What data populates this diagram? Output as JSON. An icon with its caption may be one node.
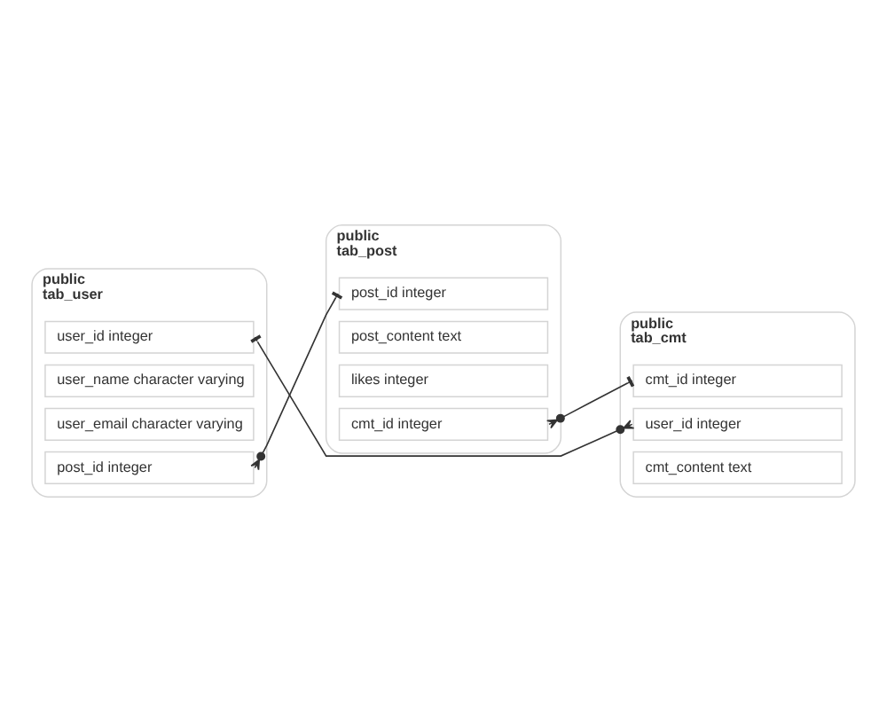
{
  "diagram": {
    "nodes": [
      {
        "text": [
          "public",
          "tab_user"
        ]
      },
      {
        "text": [
          "user_id integer"
        ],
        "in": 0
      },
      {
        "text": [
          "user_name character varying"
        ],
        "in": 0
      },
      {
        "text": [
          "user_email character varying"
        ],
        "in": 0
      },
      {
        "text": [
          "post_id integer"
        ],
        "in": 0
      },
      {
        "text": [
          "public",
          "tab_cmt"
        ]
      },
      {
        "text": [
          "cmt_id integer"
        ],
        "in": 5
      },
      {
        "text": [
          "user_id integer"
        ],
        "in": 5
      },
      {
        "text": [
          "cmt_content text"
        ],
        "in": 5
      },
      {
        "text": [
          "public",
          "tab_post"
        ]
      },
      {
        "text": [
          "post_id integer"
        ],
        "in": 9
      },
      {
        "text": [
          "post_content text"
        ],
        "in": 9
      },
      {
        "text": [
          "likes integer"
        ],
        "in": 9
      },
      {
        "text": [
          "cmt_id integer"
        ],
        "in": 9
      }
    ],
    "edges": [
      {
        "from": 1,
        "to": 7,
        "arrow": "other"
      },
      {
        "from": 10,
        "to": 4,
        "arrow": "other"
      },
      {
        "from": 6,
        "to": 13,
        "arrow": "other"
      }
    ]
  }
}
